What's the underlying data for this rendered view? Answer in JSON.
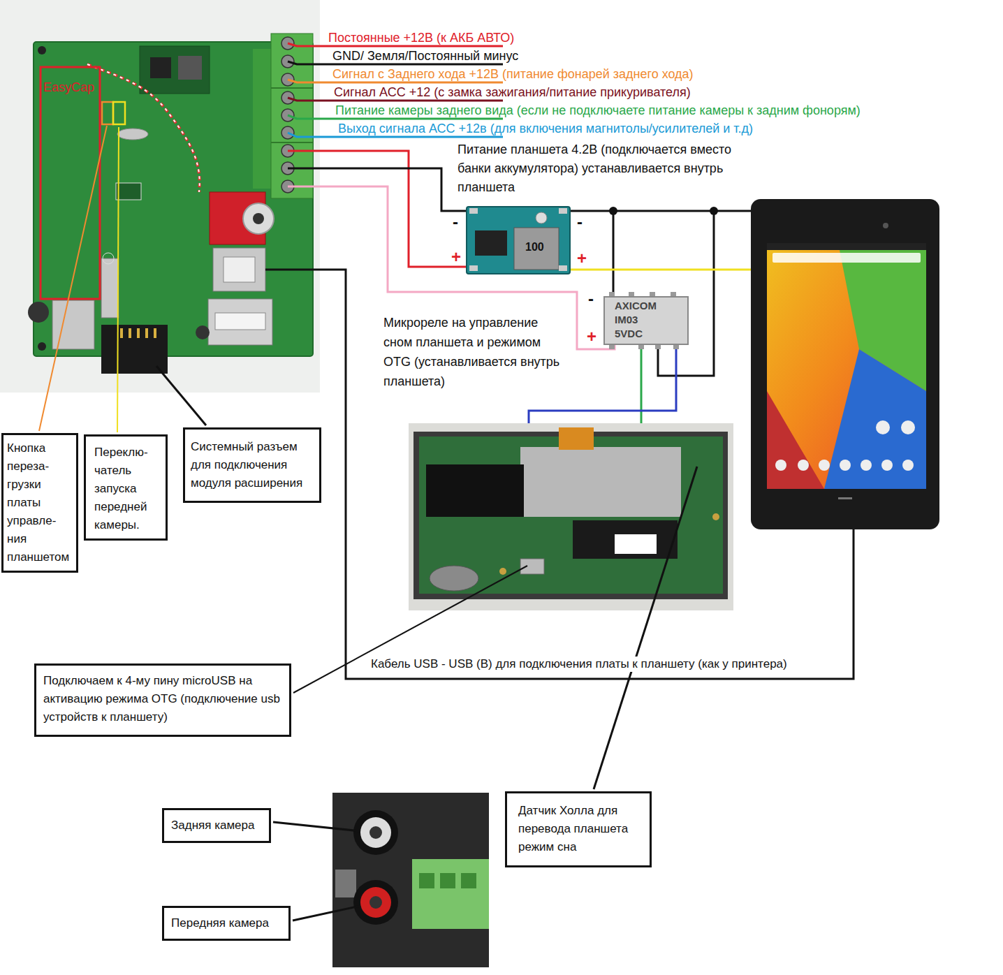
{
  "diagram": {
    "nodes": [
      {
        "text": [
          "EasyCap"
        ]
      },
      {
        "text": [
          "Кнопка переза- грузки платы управле- ния планшетом"
        ]
      },
      {
        "text": [
          "Переклю- чатель запуска передней камеры."
        ]
      },
      {
        "text": [
          "Системный разъем для подключения модуля расширения"
        ]
      },
      {
        "text": [
          "Подключаем к 4-му пину microUSB на активацию режима OTG (подключение usb устройств к планшету)"
        ]
      },
      {
        "text": [
          "Датчик Холла для перевода планшета режим сна"
        ]
      },
      {
        "text": [
          "Задняя камера"
        ]
      },
      {
        "text": [
          "Передняя камера"
        ]
      }
    ],
    "labels": [
      "Постоянные +12В (к АКБ АВТО)",
      "GND/ Земля/Постоянный минус",
      "Сигнал с Заднего хода +12В (питание фонарей заднего хода)",
      "Сигнал АСС +12 (с замка зажигания/питание прикуривателя)",
      "Питание камеры заднего вида (если не подключаете питание камеры к задним фонорям)",
      "Выход сигнала АСС +12в (для включения магнитолы/усилителей и т.д)",
      "Питание планшета 4.2В (подключается вместо банки аккумулятора) устанавливается внутрь планшета",
      "-",
      "+",
      "-",
      "+",
      "100",
      "-",
      "+",
      "AXICOM IM03 5VDC",
      "Микрореле на управление сном планшета и режимом OTG (устанавливается внутрь планшета)",
      "Кабель USB - USB (B) для подключения платы к планшету (как у принтера)"
    ]
  }
}
